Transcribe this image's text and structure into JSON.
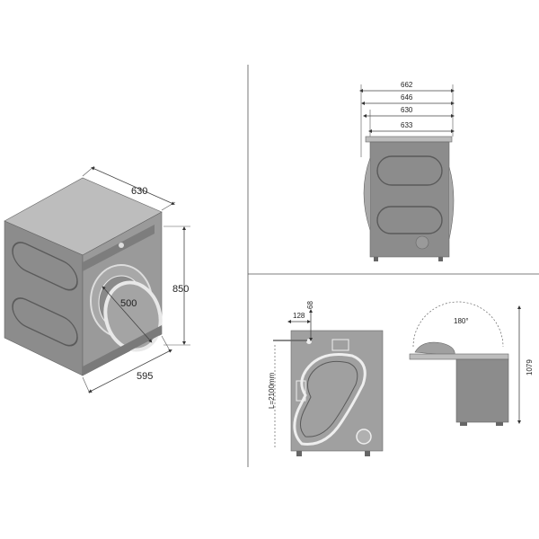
{
  "colors": {
    "body_front": "#9a9a9a",
    "body_side": "#8c8c8c",
    "body_top": "#bdbdbd",
    "door_glass": "#a4a4a4",
    "panel_line": "#5a5a5a",
    "divider": "#555555"
  },
  "perspective_view": {
    "depth": "630",
    "height": "850",
    "width": "595",
    "door_opening": "500"
  },
  "side_view": {
    "widths": [
      "662",
      "646",
      "630",
      "633"
    ]
  },
  "rear_view": {
    "offset_x": "128",
    "offset_y": "68",
    "hose_length": "L=2100mm"
  },
  "door_open_view": {
    "angle": "180°",
    "total_height": "1079"
  }
}
